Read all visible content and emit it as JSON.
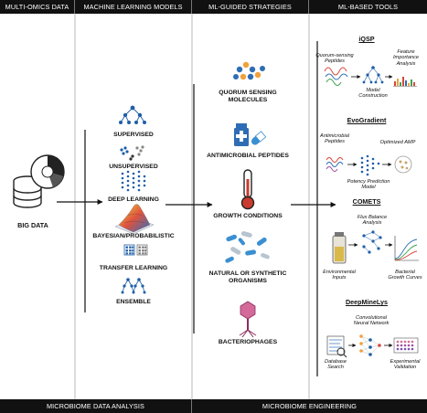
{
  "header": {
    "col1": "MULTI-OMICS DATA",
    "col2": "MACHINE LEARNING MODELS",
    "col3": "ML-GUIDED STRATEGIES",
    "col4": "ML-BASED TOOLS"
  },
  "footer": {
    "left": "MICROBIOME DATA ANALYSIS",
    "right": "MICROBIOME ENGINEERING"
  },
  "big_data": {
    "label": "BIG DATA"
  },
  "models": [
    {
      "label": "SUPERVISED",
      "icon": "tree-icon"
    },
    {
      "label": "UNSUPERVISED",
      "icon": "cluster-icon"
    },
    {
      "label": "DEEP LEARNING",
      "icon": "neural-net-icon"
    },
    {
      "label": "BAYESIAN/PROBABILISTIC",
      "icon": "surface-plot-icon"
    },
    {
      "label": "TRANSFER LEARNING",
      "icon": "grid-transfer-icon"
    },
    {
      "label": "ENSEMBLE",
      "icon": "ensemble-tree-icon"
    }
  ],
  "strategies": [
    {
      "label_line1": "QUORUM SENSING",
      "label_line2": "MOLECULES",
      "icon": "molecules-icon"
    },
    {
      "label_line1": "ANTIMICROBIAL PEPTIDES",
      "label_line2": "",
      "icon": "medicine-icon"
    },
    {
      "label_line1": "GROWTH CONDITIONS",
      "label_line2": "",
      "icon": "thermometer-icon"
    },
    {
      "label_line1": "NATURAL OR SYNTHETIC",
      "label_line2": "ORGANISMS",
      "icon": "bacteria-icon"
    },
    {
      "label_line1": "BACTERIOPHAGES",
      "label_line2": "",
      "icon": "phage-icon"
    }
  ],
  "tools": {
    "iqsp": {
      "title": "iQSP",
      "input_l1": "Quorum-sensing",
      "input_l2": "Peptides",
      "model_l1": "Model",
      "model_l2": "Construction",
      "out_l1": "Feature",
      "out_l2": "Importance",
      "out_l3": "Analysis"
    },
    "evogradient": {
      "title": "EvoGradient",
      "input_l1": "Antimicrobial",
      "input_l2": "Peptides",
      "out": "Optimized AMP",
      "model_l1": "Potency Prediction",
      "model_l2": "Model"
    },
    "comets": {
      "title": "COMETS",
      "model_l1": "Flux Balance",
      "model_l2": "Analysis",
      "input_l1": "Environmental",
      "input_l2": "Inputs",
      "out_l1": "Bacterial",
      "out_l2": "Growth Curves"
    },
    "deepminelys": {
      "title": "DeepMineLys",
      "model_l1": "Convolutional",
      "model_l2": "Neural Network",
      "input_l1": "Database",
      "input_l2": "Search",
      "out_l1": "Experimental",
      "out_l2": "Validation"
    }
  },
  "colors": {
    "bar_bg": "#111111",
    "accent_blue": "#1f5fa8",
    "bayes_red": "#d9463b",
    "medicine_blue": "#2e6db4",
    "thermometer_red": "#c93b2f",
    "phage_pink": "#d46a9a",
    "pill_blue": "#3b8fd1"
  }
}
